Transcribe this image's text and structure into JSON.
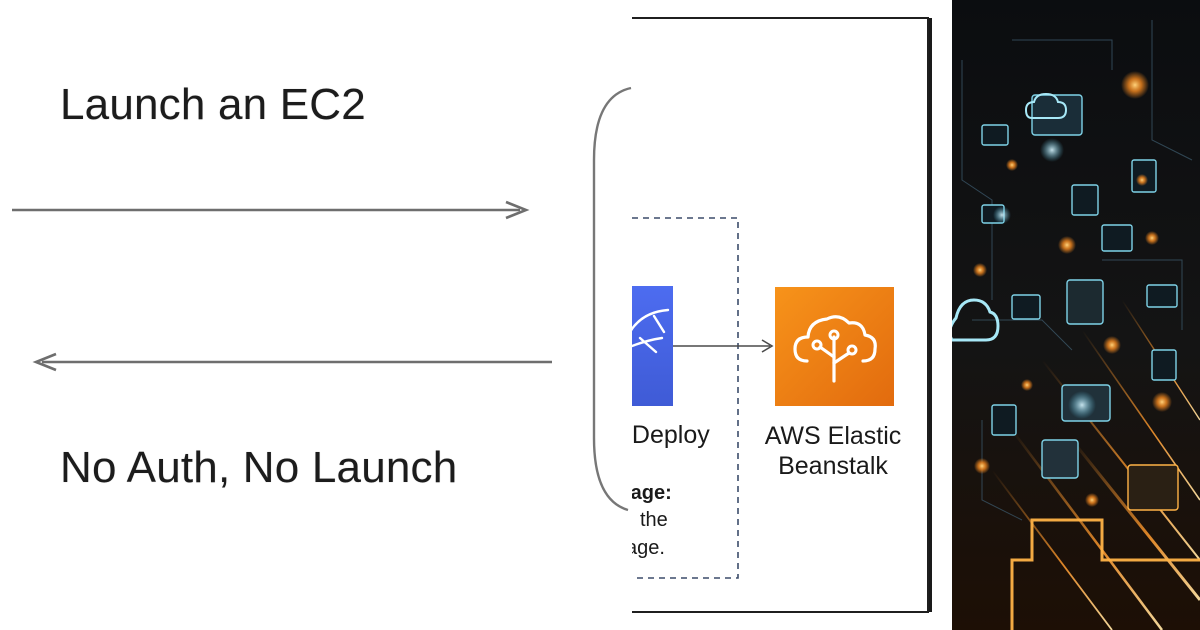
{
  "left_panel": {
    "top_label": "Launch an EC2",
    "bottom_label": "No Auth, No Launch"
  },
  "middle_panel": {
    "codedeploy_label": "eDeploy",
    "beanstalk_label_line1": "AWS Elastic",
    "beanstalk_label_line2": "Beanstalk",
    "stage_label": "tage:",
    "the_label": "the",
    "package_label": "kage."
  },
  "colors": {
    "codedeploy_blue": "#4360e0",
    "beanstalk_orange": "#ee7d12",
    "dashed_border": "#3c4c6a",
    "art_glow": "#f58a1f",
    "art_cyan": "#7fd3e8"
  },
  "icons": {
    "codedeploy": "codedeploy-icon",
    "beanstalk": "elastic-beanstalk-icon",
    "cloud": "cloud-icon"
  }
}
